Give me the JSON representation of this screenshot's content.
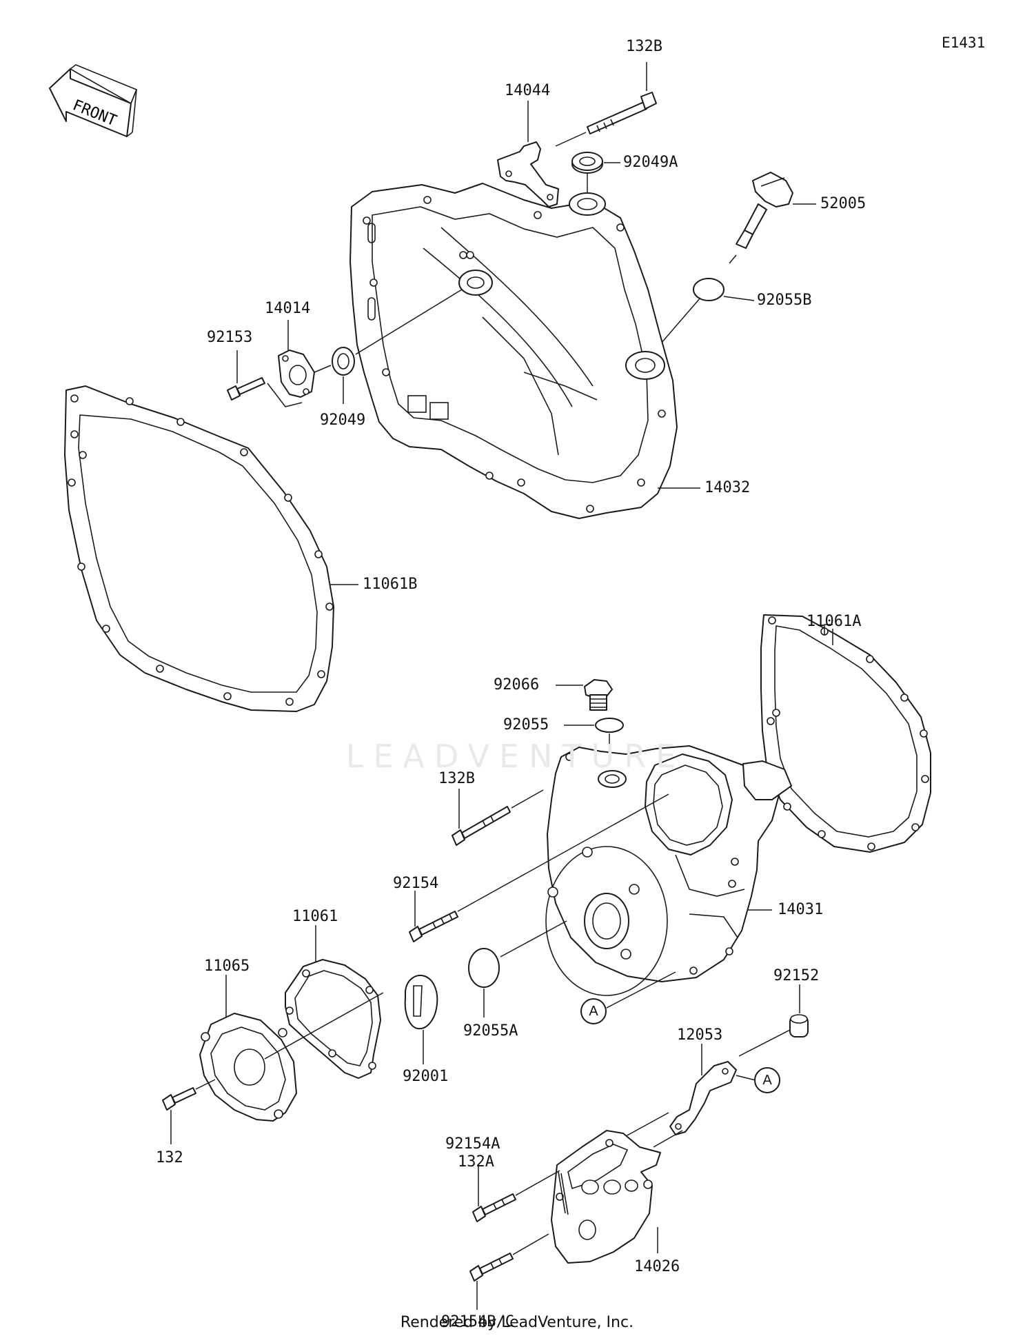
{
  "diagram_code": "E1431",
  "front_label": "FRONT",
  "watermark": "LEADVENTURE",
  "footer": "Rendered by LeadVenture, Inc.",
  "callouts": {
    "ref_a": "A"
  },
  "parts": {
    "p132B_top": "132B",
    "p14044": "14044",
    "p92049A": "92049A",
    "p52005": "52005",
    "p92055B": "92055B",
    "p14014": "14014",
    "p92153": "92153",
    "p92049": "92049",
    "p14032": "14032",
    "p11061B": "11061B",
    "p11061A": "11061A",
    "p92066": "92066",
    "p92055": "92055",
    "p132B_mid": "132B",
    "p14031": "14031",
    "p92154": "92154",
    "p11061": "11061",
    "p11065": "11065",
    "p92055A": "92055A",
    "p92001": "92001",
    "p92152": "92152",
    "p12053": "12053",
    "p132": "132",
    "p92154A": "92154A",
    "p132A": "132A",
    "p14026": "14026",
    "p92154BC": "92154B/C"
  }
}
